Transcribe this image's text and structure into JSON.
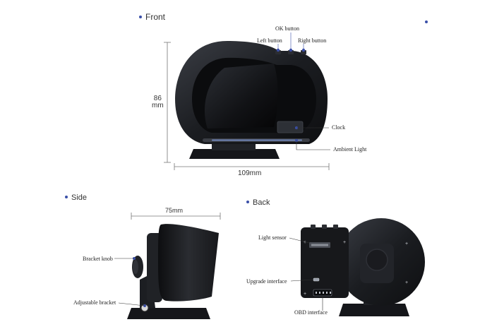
{
  "sections": {
    "front": "Front",
    "side": "Side",
    "back": "Back"
  },
  "front": {
    "ok_button": "OK button",
    "left_button": "Left button",
    "right_button": "Right button",
    "clock": "Clock",
    "ambient_light": "Ambient Light",
    "height_value": "86",
    "height_unit": "mm",
    "width": "109mm"
  },
  "side": {
    "depth": "75mm",
    "bracket_knob": "Bracket knob",
    "adjustable_bracket": "Adjustable bracket"
  },
  "back": {
    "light_sensor": "Light sensor",
    "upgrade_interface": "Upgrade interface",
    "obd_interface": "OBD interface"
  },
  "colors": {
    "accent_dot": "#3a4fa8",
    "device_body": "#1b1d21",
    "ambient_strip": "#7f9ad6"
  }
}
